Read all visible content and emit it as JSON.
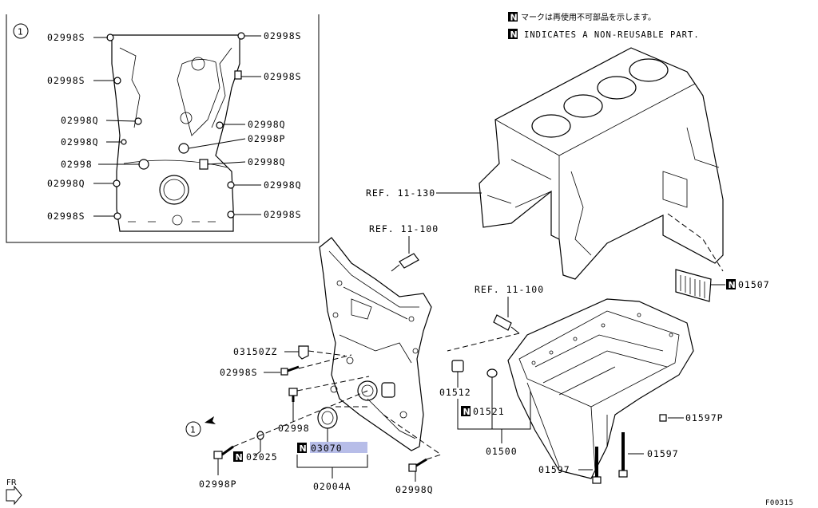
{
  "notes": {
    "jp_text": "マークは再使用不可部品を示します。",
    "en_text": "INDICATES A NON-REUSABLE PART.",
    "n_mark": "N"
  },
  "figure_code": "F00315",
  "fr_label": "FR",
  "callout_mark": "1",
  "inset_labels": {
    "l1": "02998S",
    "l2": "02998S",
    "l3": "02998Q",
    "l4": "02998Q",
    "l5": "02998",
    "l6": "02998Q",
    "l7": "02998S",
    "r1": "02998S",
    "r2": "02998S",
    "r3": "02998Q",
    "r4": "02998P",
    "r5": "02998Q",
    "r6": "02998Q",
    "r7": "02998S"
  },
  "refs": {
    "block": "REF. 11-130",
    "sealant1": "REF. 11-100",
    "sealant2": "REF. 11-100"
  },
  "parts": {
    "p03150": "03150ZZ",
    "p02998s": "02998S",
    "p02998": "02998",
    "p02025": "02025",
    "p02998p": "02998P",
    "p03070": "03070",
    "p02004a": "02004A",
    "p02998q": "02998Q",
    "p01512": "01512",
    "p01521": "01521",
    "p01500": "01500",
    "p01507": "01507",
    "p01597p": "01597P",
    "p01597a": "01597",
    "p01597b": "01597"
  }
}
